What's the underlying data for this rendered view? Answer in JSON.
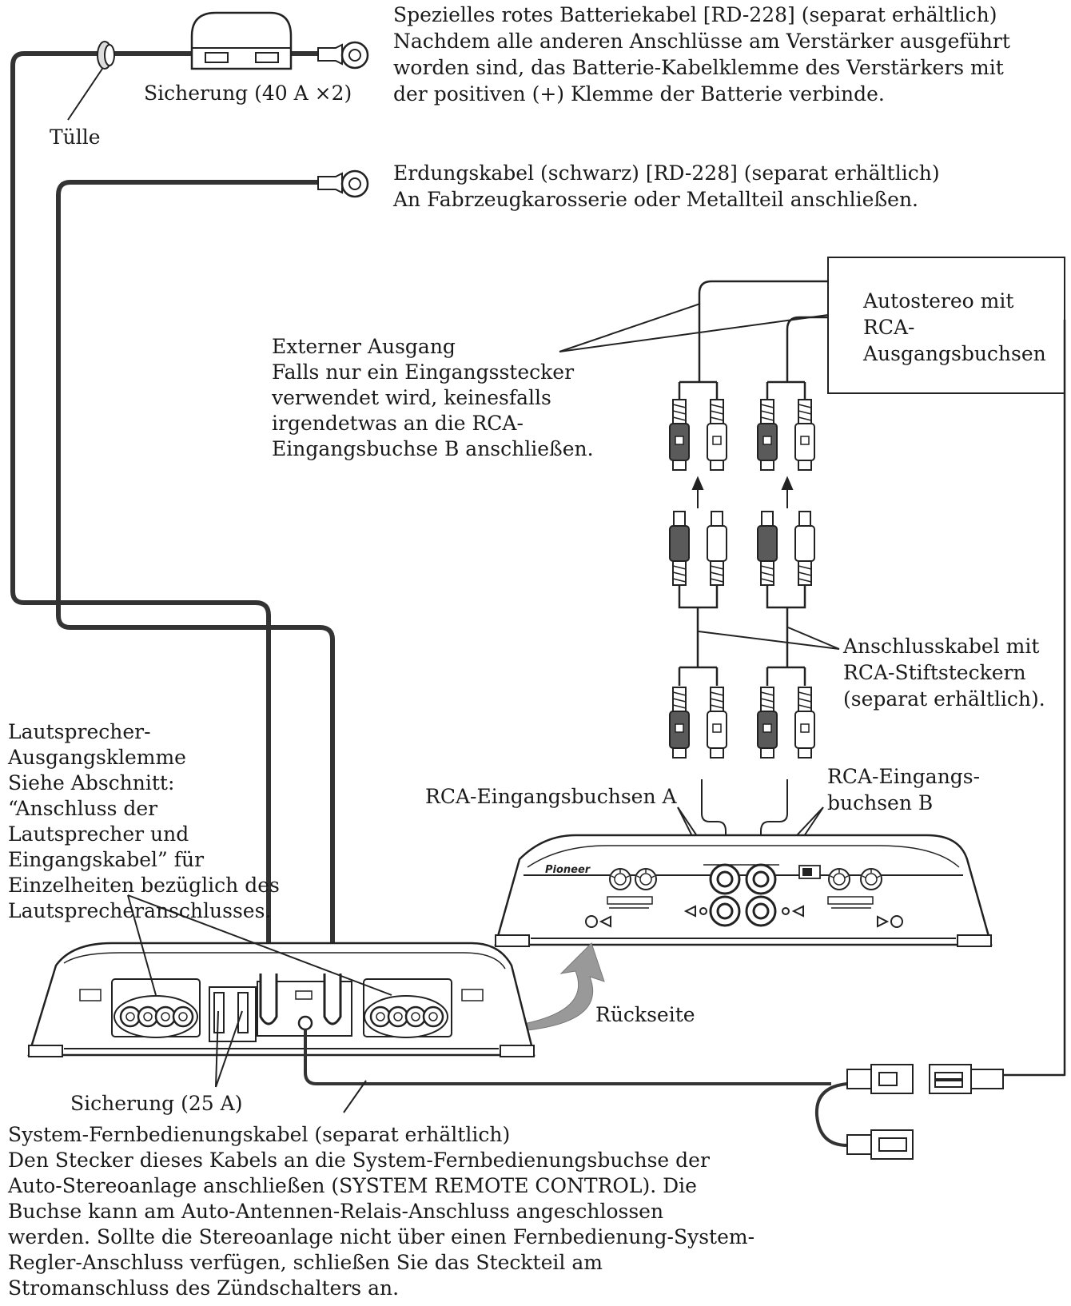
{
  "battery_cable": {
    "lines": [
      "Spezielles rotes Batteriekabel [RD-228] (separat erhältlich)",
      "Nachdem alle anderen Anschlüsse am Verstärker ausgeführt",
      "worden sind, das Batterie-Kabelklemme des Verstärkers mit",
      "der positiven (+) Klemme der Batterie verbinde."
    ]
  },
  "fuse_top_label": "Sicherung (40 A ×2)",
  "grommet_label": "Tülle",
  "ground_cable": {
    "lines": [
      "Erdungskabel (schwarz) [RD-228] (separat erhältlich)",
      "An Fabrzeugkarosserie oder Metallteil anschließen."
    ]
  },
  "autostereo_box": {
    "lines": [
      "Autostereo mit",
      "RCA-",
      "Ausgangsbuchsen"
    ]
  },
  "external_output": {
    "lines": [
      "Externer Ausgang",
      "Falls nur ein Eingangsstecker",
      "verwendet wird, keinesfalls",
      "irgendetwas an die RCA-",
      "Eingangsbuchse B anschließen."
    ]
  },
  "rca_cable": {
    "lines": [
      "Anschlusskabel mit",
      "RCA-Stiftsteckern",
      "(separat erhältlich)."
    ]
  },
  "speaker_output": {
    "lines": [
      "Lautsprecher-",
      "Ausgangsklemme",
      "Siehe Abschnitt:",
      "“Anschluss der",
      "Lautsprecher und",
      "Eingangskabel” für",
      "Einzelheiten bezüglich des",
      "Lautsprecheranschlusses."
    ]
  },
  "rca_input_a": "RCA-Eingangsbuchsen A",
  "rca_input_b": {
    "lines": [
      "RCA-Eingangs-",
      "buchsen B"
    ]
  },
  "rear_side_label": "Rückseite",
  "fuse_bottom_label": "Sicherung (25 A)",
  "remote_cable": {
    "lines": [
      "System-Fernbedienungskabel (separat erhältlich)",
      "Den Stecker dieses Kabels an die System-Fernbedienungsbuchse der",
      "Auto-Stereoanlage anschließen (SYSTEM REMOTE CONTROL). Die",
      "Buchse kann am Auto-Antennen-Relais-Anschluss angeschlossen",
      "werden. Sollte die Stereoanlage nicht über einen Fernbedienung-System-",
      "Regler-Anschluss verfügen, schließen Sie das Steckteil am",
      "Stromanschluss des Zündschalters an."
    ]
  },
  "amp_brand": "Pioneer"
}
